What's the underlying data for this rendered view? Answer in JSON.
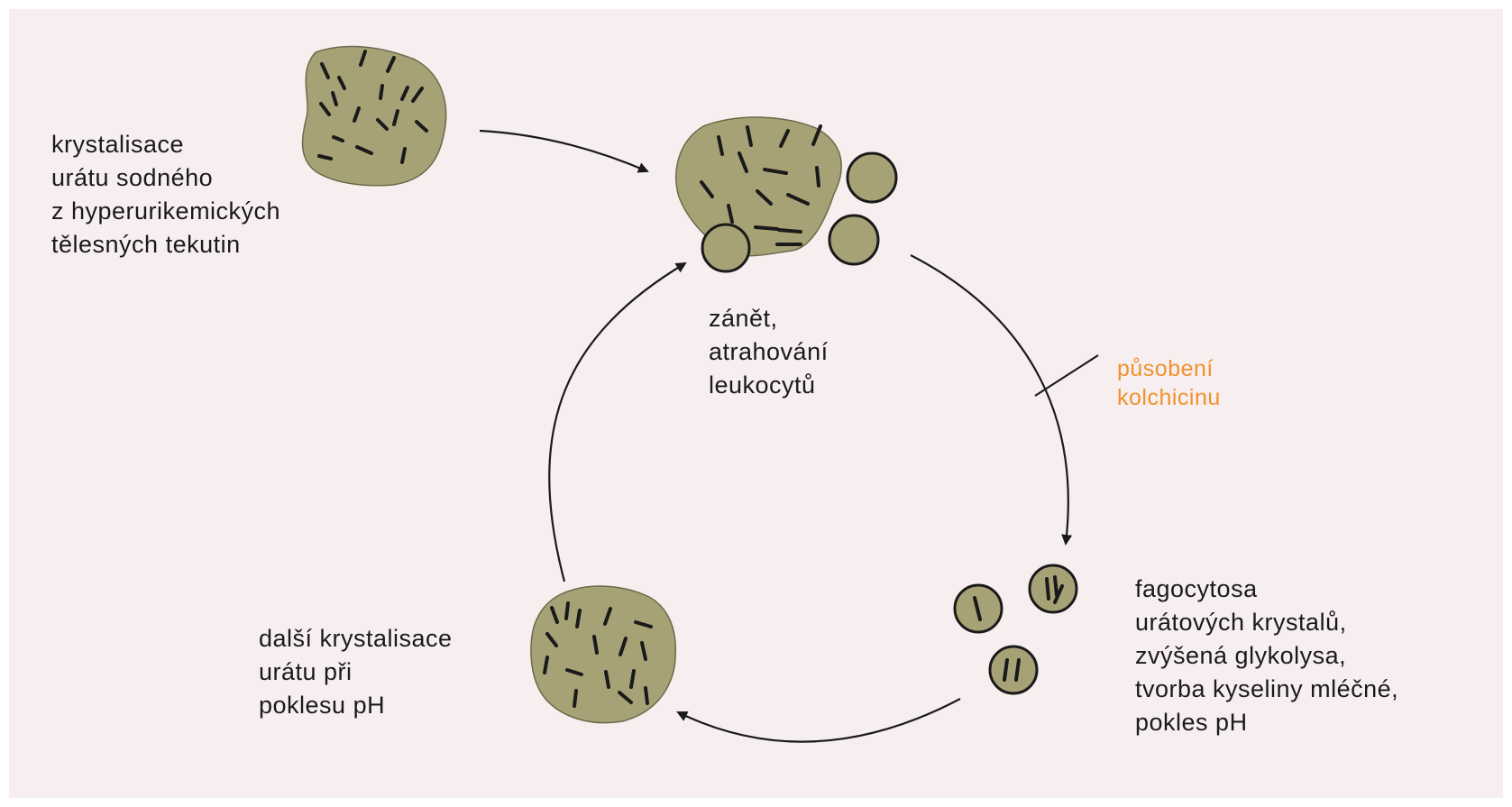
{
  "diagram": {
    "colors": {
      "background": "#f7eef0",
      "cell_fill": "#a7a276",
      "outline": "#1a1a1a",
      "crystal": "#1a1a1a",
      "inhibitor_text": "#f0922b"
    },
    "nodes": {
      "crystallisation": {
        "lines": [
          "krystalisace",
          "urátu sodného",
          "z hyperurikemických",
          "tělesných tekutin"
        ]
      },
      "inflammation": {
        "lines": [
          "zánět,",
          "atrahování",
          "leukocytů"
        ]
      },
      "phagocytosis": {
        "lines": [
          "fagocytosa",
          "urátových krystalů,",
          "zvýšená glykolysa,",
          "tvorba kyseliny mléčné,",
          "pokles pH"
        ]
      },
      "further_crystallisation": {
        "lines": [
          "další krystalisace",
          "urátu při",
          "poklesu pH"
        ]
      }
    },
    "inhibitor": {
      "lines": [
        "působení",
        "kolchicinu"
      ]
    }
  }
}
